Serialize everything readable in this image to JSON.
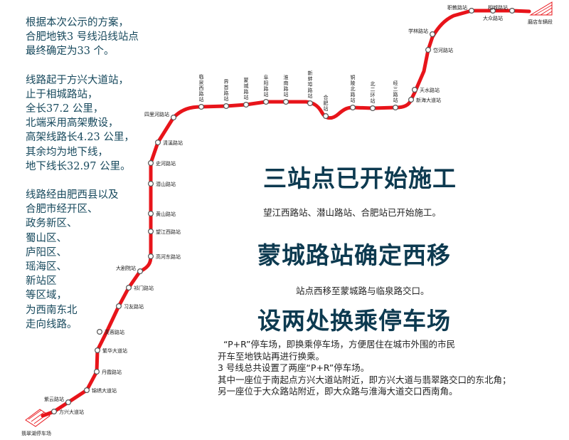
{
  "intro": {
    "lines": [
      "根据本次公示的方案，",
      "合肥地铁3 号线沿线站点",
      "最终确定为33 个。",
      "",
      "线路起于方兴大道站，",
      "止于相城路站，",
      "全长37.2 公里，",
      "北端采用高架敷设，",
      "高架线路长4.23 公里，",
      "其余均为地下线，",
      "地下线长32.97 公里。",
      "",
      "线路经由肥西县以及",
      "合肥市经开区、",
      "政务新区、",
      "蜀山区、",
      "庐阳区、",
      "瑶海区、",
      "新站区",
      "等区域，",
      "为西南东北",
      "走向线路。"
    ]
  },
  "headings": {
    "h1": "三站点已开始施工",
    "h1_sub": "望江西路站、潜山路站、合肥站已开始施工。",
    "h2": "蒙城路站确定西移",
    "h2_sub": "站点西移至蒙城路与临泉路交口。",
    "h3": "设两处换乘停车场"
  },
  "park_ride": {
    "lines": [
      "“P+R”停车场，即换乘停车场，方便居住在城市外围的市民",
      "开车至地铁站再进行换乘。",
      "3 号线总共设置了两座“P+R”停车场。",
      "其中一座位于南起点方兴大道站附近，即方兴大道与翡翠路交口的东北角；",
      "另一座位于大众路站附近，即大众路与淮海大道交口西南角。"
    ]
  },
  "map": {
    "line_color": "#e8141a",
    "depot_north": "磨店车辆段",
    "depot_south": "翡翠湖停车场",
    "stations": [
      "方兴大道站",
      "紫云路站",
      "锦绣大道站",
      "丹霞路站",
      "繁华大道站",
      "芙蓉路站",
      "习友路站",
      "祁门路站",
      "大剧院站",
      "高河东路站",
      "望江西路站",
      "黄山路站",
      "潜山路站",
      "史河路站",
      "清溪路站",
      "四里河路站",
      "临泉西路站",
      "界首路站",
      "蒙城路站",
      "阜阳路站",
      "淮南路站",
      "新蚌埠路站",
      "合肥站",
      "铜陵北路站",
      "北二环站",
      "经三路站",
      "新海大道站",
      "天水路站",
      "岱河路站",
      "学林路站",
      "职教路站",
      "大众路站",
      "相城路站"
    ]
  }
}
